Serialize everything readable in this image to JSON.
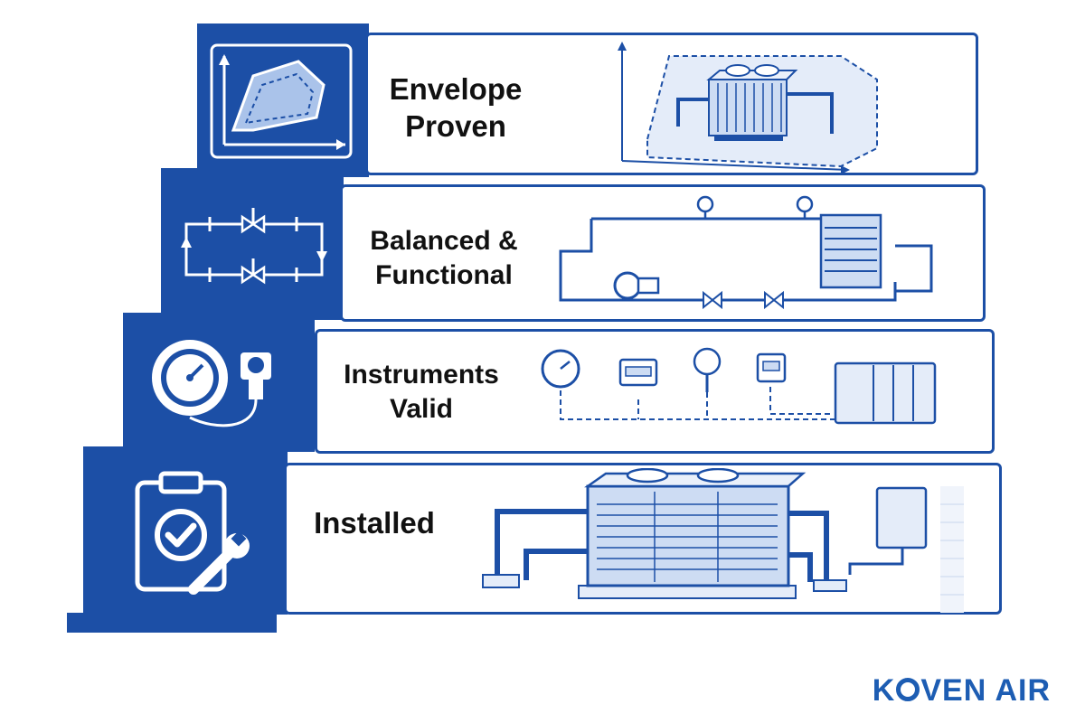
{
  "steps": [
    {
      "id": "envelope",
      "line1": "Envelope",
      "line2": "Proven",
      "icon": "envelope-chart-icon"
    },
    {
      "id": "balanced",
      "line1": "Balanced &",
      "line2": "Functional",
      "icon": "loop-valve-icon"
    },
    {
      "id": "instruments",
      "line1": "Instruments",
      "line2": "Valid",
      "icon": "pressure-gauge-icon"
    },
    {
      "id": "installed",
      "line1": "Installed",
      "line2": "",
      "icon": "clipboard-check-wrench-icon"
    }
  ],
  "brand": {
    "name_a": "K",
    "name_b": "VEN AIR"
  },
  "colors": {
    "primary": "#1c4fa6",
    "light": "#cddcf3",
    "brand": "#1d5db3"
  }
}
